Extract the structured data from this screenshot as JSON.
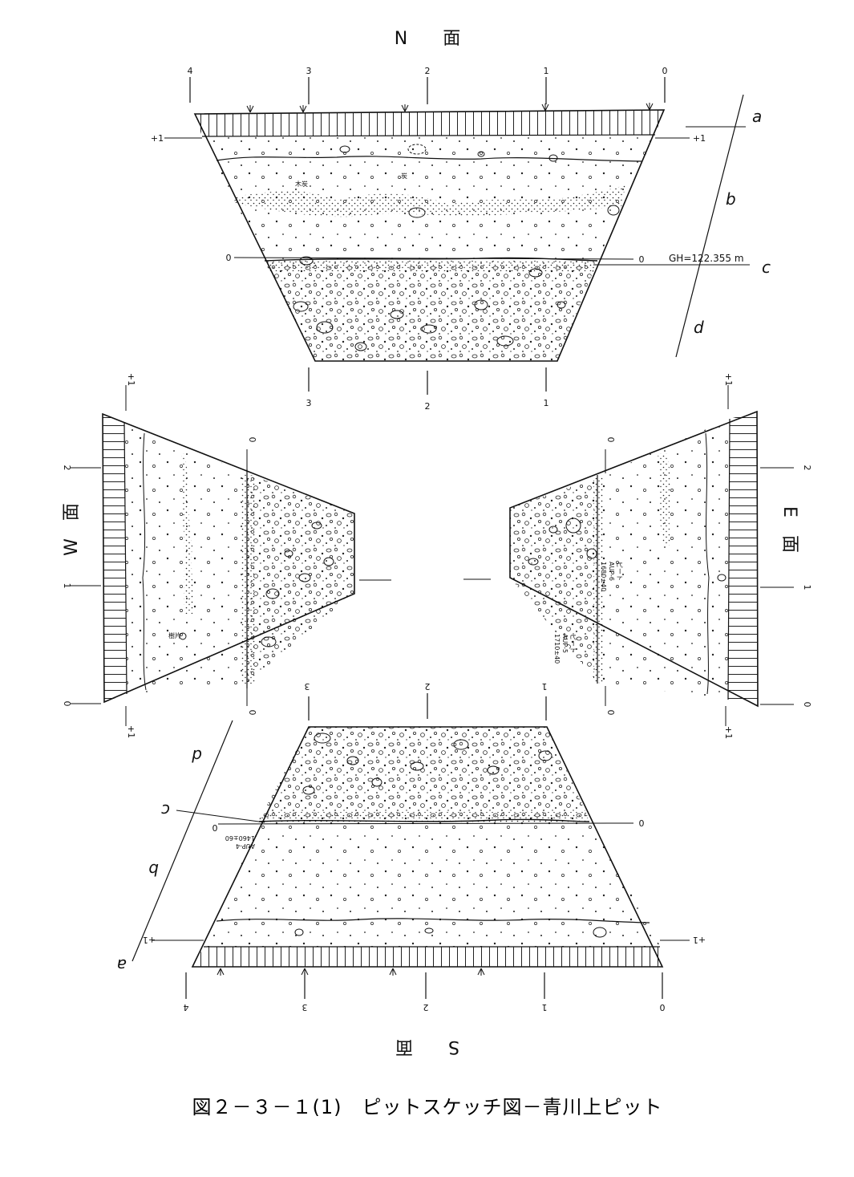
{
  "faces": {
    "north": "N　　面",
    "south": "S　　面",
    "west": "W　面",
    "east": "E　面"
  },
  "north_ticks": [
    "4",
    "3",
    "2",
    "1",
    "0"
  ],
  "north_bottom_ticks": [
    "3",
    "2",
    "1"
  ],
  "south_ticks": [
    "4",
    "3",
    "2",
    "1",
    "0"
  ],
  "south_top_ticks": [
    "3",
    "2",
    "1"
  ],
  "side_ticks": {
    "plus1": "+1",
    "zero": "0",
    "one": "1",
    "two": "2"
  },
  "layers": {
    "a": "a",
    "b": "b",
    "c": "c",
    "d": "d"
  },
  "gh": "GH=122.355 m",
  "annotations": {
    "mokutan": "木炭",
    "charcoal_piece": "炭",
    "wood_piece": "樹片",
    "e_sample1_a": "ピート",
    "e_sample1_b": "AUP-6",
    "e_sample1_c": "1680±40",
    "e_sample2_a": "ピート",
    "e_sample2_b": "AUP-5",
    "e_sample2_c": "1710±40",
    "s_sample_a": "AUP-4",
    "s_sample_b": "1460±60"
  },
  "caption": "図２－３－１(1)　ピットスケッチ図－青川上ピット"
}
